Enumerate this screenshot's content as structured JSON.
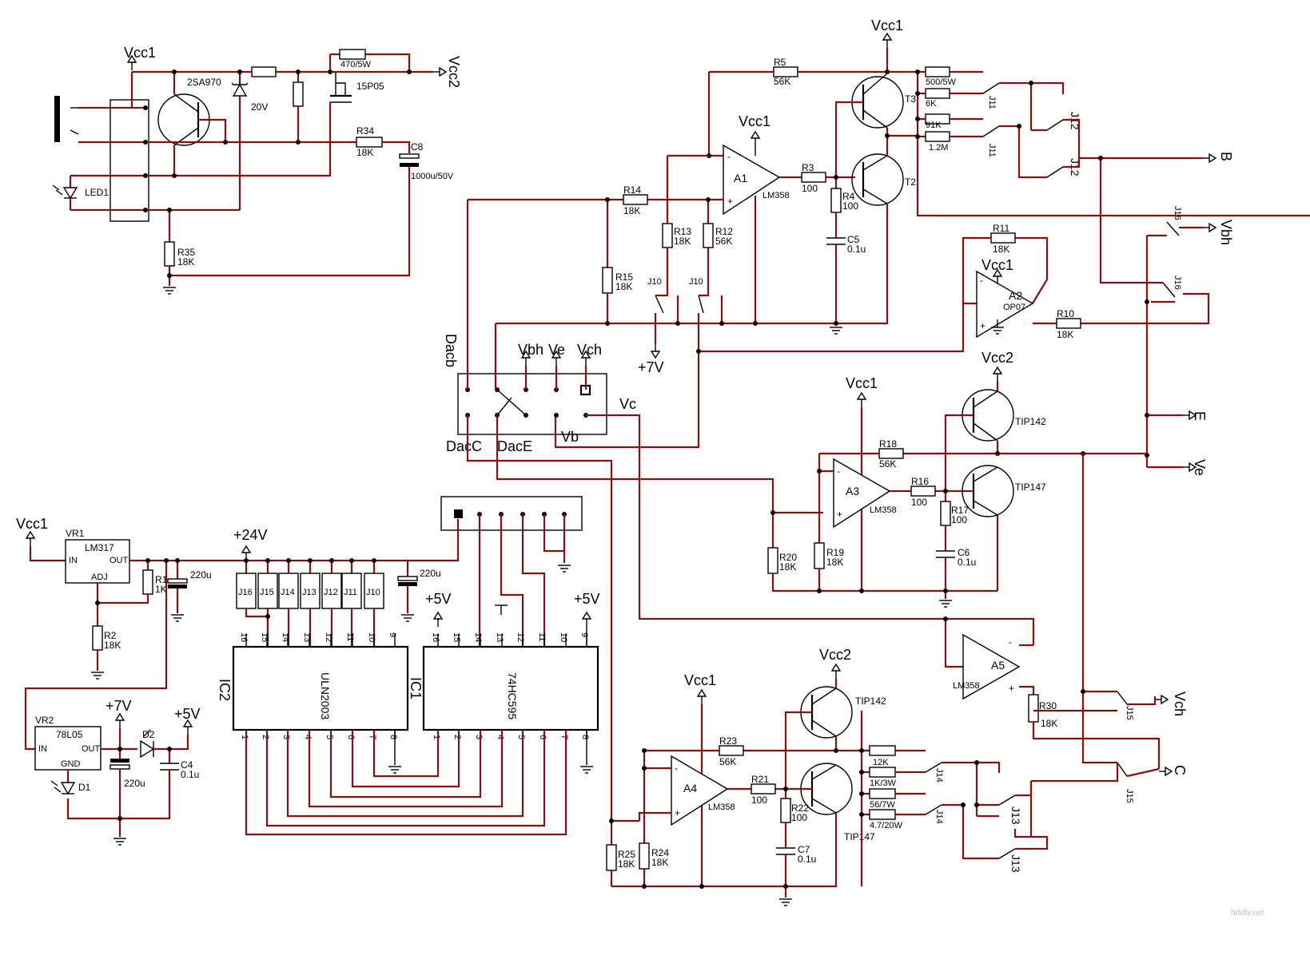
{
  "nets": {
    "vcc1": "Vcc1",
    "vcc2": "Vcc2",
    "p24v": "+24V",
    "p7v": "+7V",
    "p5v": "+5V",
    "vbh": "Vbh",
    "ve": "Ve",
    "vch": "Vch",
    "vc": "Vc",
    "vb": "Vb",
    "b": "B",
    "e": "E",
    "c": "C",
    "dacb": "Dacb",
    "dacc": "DacC",
    "dace": "DacE"
  },
  "components": {
    "q_2sa970": "2SA970",
    "zener": "20V",
    "mosfet": "15P05",
    "r_470": "470/5W",
    "r34": "R34",
    "r34v": "18K",
    "c8": "C8",
    "c8v": "1000u/50V",
    "led1": "LED1",
    "r35": "R35",
    "r35v": "18K",
    "r5": "R5",
    "r5v": "56K",
    "a1": "A1",
    "a1t": "LM358",
    "r3": "R3",
    "r3v": "100",
    "r4": "R4",
    "r4v": "100",
    "c5": "C5",
    "c5v": "0.1u",
    "t3": "T3",
    "t2": "T2",
    "r_500": "500/5W",
    "r_6k": "6K",
    "r_91k": "91K",
    "r_12m": "1.2M",
    "r14": "R14",
    "r14v": "18K",
    "r13": "R13",
    "r13v": "18K",
    "r12": "R12",
    "r12v": "56K",
    "r15": "R15",
    "r15v": "18K",
    "j10": "J10",
    "r11": "R11",
    "r11v": "18K",
    "a2": "A2",
    "a2t": "OP07",
    "r10": "R10",
    "r10v": "18K",
    "j11": "J11",
    "j12": "J12",
    "j16": "J16",
    "r18": "R18",
    "r18v": "56K",
    "a3": "A3",
    "a3t": "LM358",
    "r16": "R16",
    "r16v": "100",
    "r17": "R17",
    "r17v": "100",
    "c6": "C6",
    "c6v": "0.1u",
    "tip142": "TIP142",
    "tip147": "TIP147",
    "r20": "R20",
    "r20v": "18K",
    "r19": "R19",
    "r19v": "18K",
    "vr1": "VR1",
    "lm317": "LM317",
    "in": "IN",
    "out": "OUT",
    "adj": "ADJ",
    "r1": "R1",
    "r1v": "1K",
    "r2": "R2",
    "r2v": "18K",
    "c220": "220u",
    "vr2": "VR2",
    "l78": "78L05",
    "gnd": "GND",
    "d1": "D1",
    "d2": "D2",
    "c4": "C4",
    "c4v": "0.1u",
    "ic2": "IC2",
    "uln": "ULN2003",
    "ic1": "IC1",
    "hc595": "74HC595",
    "jumpers": [
      "J16",
      "J15",
      "J14",
      "J13",
      "J12",
      "J11",
      "J10"
    ],
    "pins_top": [
      "16",
      "15",
      "14",
      "13",
      "12",
      "11",
      "10",
      "9"
    ],
    "pins_bottom": [
      "1",
      "2",
      "3",
      "4",
      "5",
      "6",
      "7",
      "8"
    ],
    "a5": "A5",
    "a5t": "LM358",
    "r30": "R30",
    "r30v": "18K",
    "j15": "J15",
    "a4": "A4",
    "a4t": "LM358",
    "r23": "R23",
    "r23v": "56K",
    "r21": "R21",
    "r21v": "100",
    "r22": "R22",
    "r22v": "100",
    "c7": "C7",
    "c7v": "0.1u",
    "r25": "R25",
    "r25v": "18K",
    "r24": "R24",
    "r24v": "18K",
    "r_12k": "12K",
    "r_1k3w": "1K/3W",
    "r_567w": "56/7W",
    "r_47": "4.7/20W",
    "j14": "J14",
    "j13": "J13"
  },
  "watermark": "hifidiy.net",
  "colors": {
    "wire": "#8a1010",
    "symbol": "#000000",
    "background": "#ffffff"
  }
}
